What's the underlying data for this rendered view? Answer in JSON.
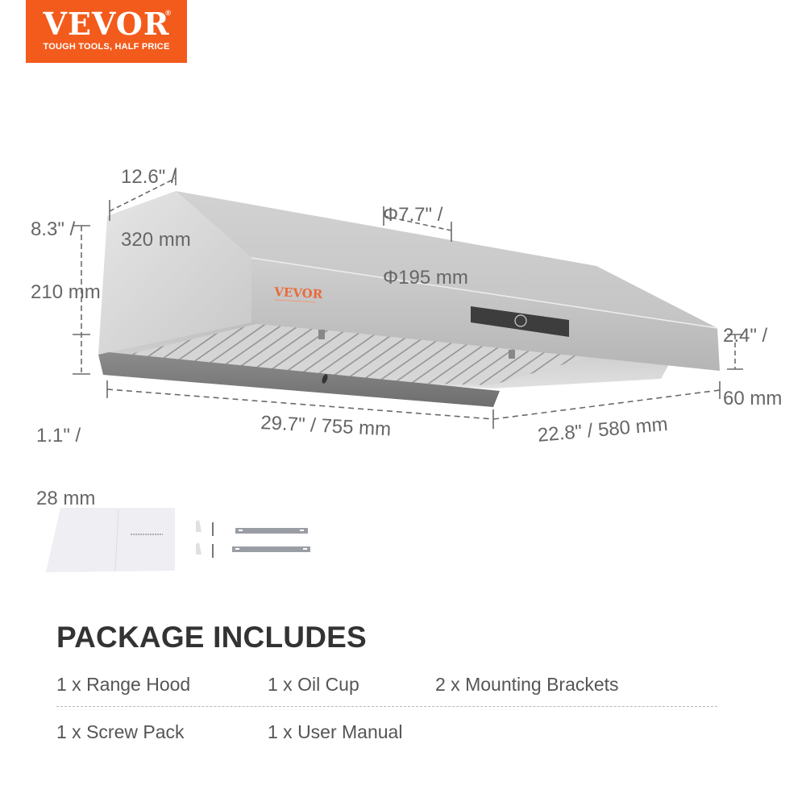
{
  "brand": {
    "name": "VEVOR",
    "registered_mark": "®",
    "tagline": "TOUGH TOOLS, HALF PRICE",
    "color": "#f35b1c"
  },
  "product": {
    "type": "Under-cabinet range hood",
    "front_badge": "VEVOR",
    "control_panel_icon": "power-button-icon"
  },
  "dimensions": {
    "depth_top": {
      "line1": "12.6\" /",
      "line2": "320 mm"
    },
    "back_height": {
      "line1": "8.3\" /",
      "line2": "210 mm"
    },
    "duct_diameter": {
      "line1": "Φ7.7\" /",
      "line2": "Φ195 mm"
    },
    "front_height": {
      "line1": "2.4\" /",
      "line2": "60 mm"
    },
    "lip_height": {
      "line1": "1.1\" /",
      "line2": "28 mm"
    },
    "width": "29.7\" / 755 mm",
    "depth": "22.8\" / 580 mm"
  },
  "package": {
    "title": "PACKAGE INCLUDES",
    "items": [
      "1 x Range Hood",
      "1 x Oil Cup",
      "2 x Mounting Brackets",
      "1 x Screw Pack",
      "1 x User Manual"
    ]
  },
  "colors": {
    "dimension_text": "#666666",
    "title_text": "#333333",
    "item_text": "#555555",
    "steel_light": "#d9d9d9",
    "steel_mid": "#bdbdbd",
    "steel_dark": "#8a8a8a"
  }
}
